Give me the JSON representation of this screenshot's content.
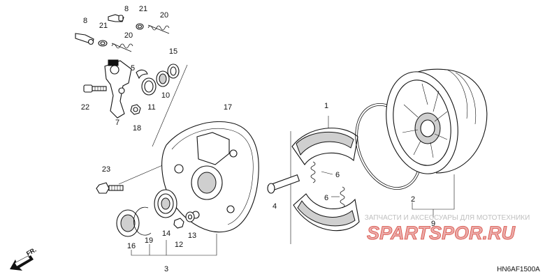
{
  "diagram": {
    "callouts": [
      {
        "id": "c8a",
        "text": "8"
      },
      {
        "id": "c8b",
        "text": "8"
      },
      {
        "id": "c21a",
        "text": "21"
      },
      {
        "id": "c21b",
        "text": "21"
      },
      {
        "id": "c20a",
        "text": "20"
      },
      {
        "id": "c20b",
        "text": "20"
      },
      {
        "id": "c15",
        "text": "15"
      },
      {
        "id": "c5",
        "text": "5"
      },
      {
        "id": "c11",
        "text": "11"
      },
      {
        "id": "c10",
        "text": "10"
      },
      {
        "id": "c22",
        "text": "22"
      },
      {
        "id": "c7",
        "text": "7"
      },
      {
        "id": "c18",
        "text": "18"
      },
      {
        "id": "c17",
        "text": "17"
      },
      {
        "id": "c1",
        "text": "1"
      },
      {
        "id": "c6a",
        "text": "6"
      },
      {
        "id": "c6b",
        "text": "6"
      },
      {
        "id": "c4",
        "text": "4"
      },
      {
        "id": "c23",
        "text": "23"
      },
      {
        "id": "c2",
        "text": "2"
      },
      {
        "id": "c9",
        "text": "9"
      },
      {
        "id": "c16",
        "text": "16"
      },
      {
        "id": "c19",
        "text": "19"
      },
      {
        "id": "c14",
        "text": "14"
      },
      {
        "id": "c12",
        "text": "12"
      },
      {
        "id": "c13",
        "text": "13"
      },
      {
        "id": "c3",
        "text": "3"
      }
    ],
    "direction_label": "FR.",
    "watermark_text": "ЗАПЧАСТИ И АКСЕССУАРЫ ДЛЯ МОТОТЕХНИКИ",
    "watermark_logo": "SPARTSPOR.RU",
    "diagram_code": "HN6AF1500A",
    "colors": {
      "ink": "#111111",
      "watermark_red": "#d63a2f",
      "watermark_gray": "#b9b9b9",
      "logo_fill": "#e8a3a0"
    }
  }
}
